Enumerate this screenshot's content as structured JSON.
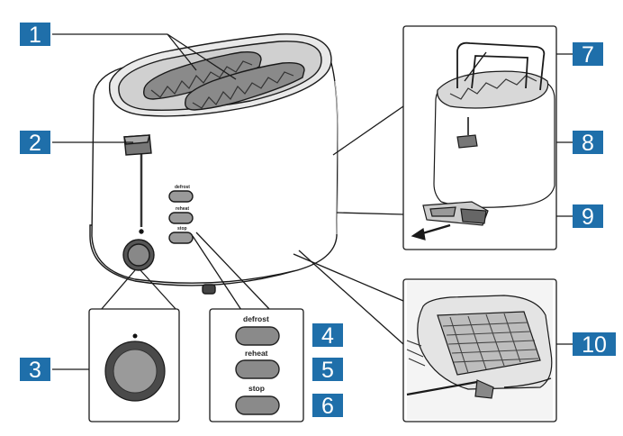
{
  "callouts": [
    "1",
    "2",
    "3",
    "4",
    "5",
    "6",
    "7",
    "8",
    "9",
    "10"
  ],
  "buttons": {
    "defrost": "defrost",
    "reheat": "reheat",
    "stop": "stop"
  },
  "colors": {
    "callout_fill": "#1f6faa",
    "line": "#1a1a1a",
    "body": "#ffffff",
    "shade": "#e6e6e6",
    "dark": "#555555"
  }
}
